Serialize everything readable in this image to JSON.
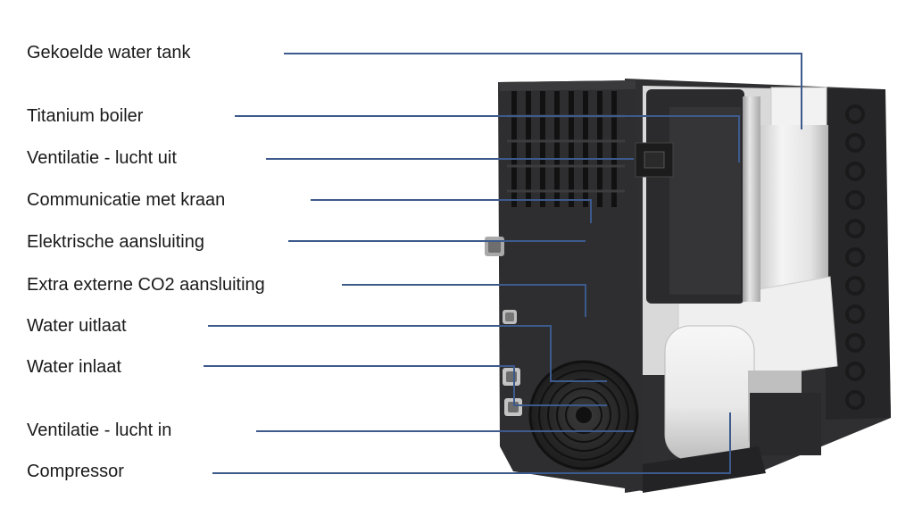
{
  "labels": {
    "cooled_tank": "Gekoelde water tank",
    "titanium_boiler": "Titanium boiler",
    "vent_out": "Ventilatie - lucht uit",
    "tap_comm": "Communicatie met kraan",
    "electric": "Elektrische aansluiting",
    "co2": "Extra externe CO2 aansluiting",
    "water_out": "Water uitlaat",
    "water_in": "Water inlaat",
    "vent_in": "Ventilatie - lucht in",
    "compressor": "Compressor"
  },
  "colors": {
    "leader_line": "#3d5a8c",
    "body_dark": "#2a2a2c",
    "body_mid": "#3a3a3d",
    "tank_white": "#eeeeee",
    "text": "#1a1a1a"
  }
}
